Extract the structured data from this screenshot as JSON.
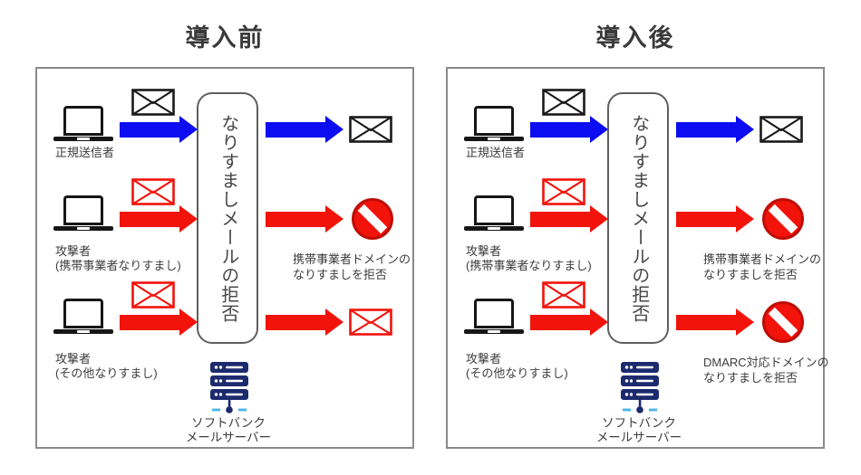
{
  "colors": {
    "blue": "#0d0df2",
    "red": "#f2130a",
    "red_dark": "#be0d05",
    "black": "#1a1a1a",
    "navy": "#1c2b6e",
    "light_blue": "#49b4e8",
    "text": "#3d3d3d"
  },
  "filter_label": "なりすましメールの拒否",
  "server": {
    "line1": "ソフトバンク",
    "line2": "メールサーバー"
  },
  "panels": [
    {
      "id": "before",
      "title": "導入前",
      "rows": [
        {
          "sender_lines": [
            "正規送信者"
          ],
          "mail": "black",
          "arrow": "blue",
          "output": "mail",
          "output_color": "black",
          "output_label_lines": []
        },
        {
          "sender_lines": [
            "攻撃者",
            "(携帯事業者なりすまし)"
          ],
          "mail": "red",
          "arrow": "red",
          "output": "blocked",
          "output_color": "red",
          "output_label_lines": [
            "携帯事業者ドメインの",
            "なりすましを拒否"
          ]
        },
        {
          "sender_lines": [
            "攻撃者",
            "(その他なりすまし)"
          ],
          "mail": "red",
          "arrow": "red",
          "output": "mail",
          "output_color": "red",
          "output_label_lines": []
        }
      ]
    },
    {
      "id": "after",
      "title": "導入後",
      "rows": [
        {
          "sender_lines": [
            "正規送信者"
          ],
          "mail": "black",
          "arrow": "blue",
          "output": "mail",
          "output_color": "black",
          "output_label_lines": []
        },
        {
          "sender_lines": [
            "攻撃者",
            "(携帯事業者なりすまし)"
          ],
          "mail": "red",
          "arrow": "red",
          "output": "blocked",
          "output_color": "red",
          "output_label_lines": [
            "携帯事業者ドメインの",
            "なりすましを拒否"
          ]
        },
        {
          "sender_lines": [
            "攻撃者",
            "(その他なりすまし)"
          ],
          "mail": "red",
          "arrow": "red",
          "output": "blocked",
          "output_color": "red",
          "output_label_lines": [
            "DMARC対応ドメインの",
            "なりすましを拒否"
          ]
        }
      ]
    }
  ]
}
